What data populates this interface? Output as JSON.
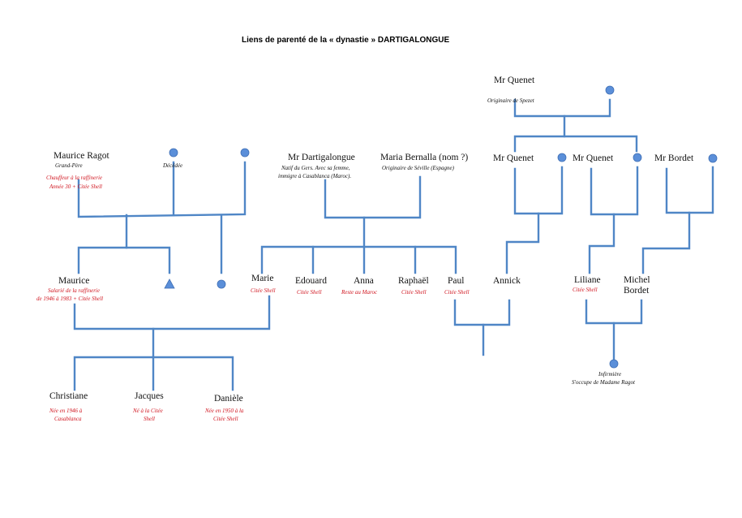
{
  "title": "Liens de parenté de la « dynastie » DARTIGALONGUE",
  "colors": {
    "line": "#4f86c6",
    "node": "#5b8fd9",
    "note": "#d0141e"
  },
  "people": {
    "quenet_top": {
      "name": "Mr Quenet",
      "note": "Originaire de Spezet"
    },
    "maurice_ragot": {
      "name": "Maurice Ragot",
      "role": "Grand-Père",
      "note1": "Chauffeur à la raffinerie",
      "note2": "Année 30 + Citée Shell"
    },
    "decedee": {
      "note": "Décédée"
    },
    "dartigalongue": {
      "name": "Mr Dartigalongue",
      "note1": "Natif du Gers. Avec sa femme,",
      "note2": "immigre à Casablanca (Maroc)."
    },
    "maria": {
      "name": "Maria Bernalla (nom ?)",
      "note": "Originaire de Séville (Espagne)"
    },
    "quenet_a": {
      "name": "Mr Quenet"
    },
    "quenet_b": {
      "name": "Mr Quenet"
    },
    "bordet": {
      "name": "Mr Bordet"
    },
    "maurice": {
      "name": "Maurice",
      "note1": "Salarié de la raffinerie",
      "note2": "de 1946 à 1983 + Citée Shell"
    },
    "marie": {
      "name": "Marie",
      "note": "Citée Shell"
    },
    "edouard": {
      "name": "Edouard",
      "note": "Citée Shell"
    },
    "anna": {
      "name": "Anna",
      "note": "Reste au Maroc"
    },
    "raphael": {
      "name": "Raphaël",
      "note": "Citée Shell"
    },
    "paul": {
      "name": "Paul",
      "note": "Citée Shell"
    },
    "annick": {
      "name": "Annick"
    },
    "liliane": {
      "name": "Liliane",
      "note": "Citée Shell"
    },
    "michel": {
      "name1": "Michel",
      "name2": "Bordet"
    },
    "infirmiere": {
      "note1": "Infirmière",
      "note2": "S'occupe de Madame Ragot"
    },
    "christiane": {
      "name": "Christiane",
      "note1": "Née en 1946 à",
      "note2": "Casablanca"
    },
    "jacques": {
      "name": "Jacques",
      "note1": "Né à la Citée",
      "note2": "Shell"
    },
    "daniele": {
      "name": "Danièle",
      "note1": "Née en 1950 à la",
      "note2": "Citée Shell"
    }
  }
}
